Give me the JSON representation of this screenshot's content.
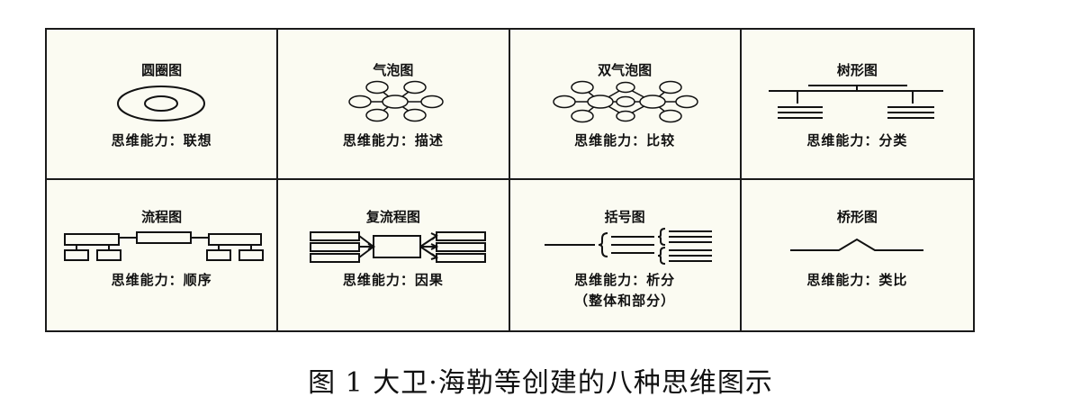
{
  "diagrams": [
    {
      "title": "圆圈图",
      "ability": "思维能力：联想",
      "icon": "circle-map-icon"
    },
    {
      "title": "气泡图",
      "ability": "思维能力：描述",
      "icon": "bubble-map-icon"
    },
    {
      "title": "双气泡图",
      "ability": "思维能力：比较",
      "icon": "double-bubble-map-icon"
    },
    {
      "title": "树形图",
      "ability": "思维能力：分类",
      "icon": "tree-map-icon"
    },
    {
      "title": "流程图",
      "ability": "思维能力：顺序",
      "icon": "flow-map-icon"
    },
    {
      "title": "复流程图",
      "ability": "思维能力：因果",
      "icon": "multi-flow-map-icon"
    },
    {
      "title": "括号图",
      "ability": "思维能力：析分",
      "ability_note": "（整体和部分）",
      "icon": "brace-map-icon"
    },
    {
      "title": "桥形图",
      "ability": "思维能力：类比",
      "icon": "bridge-map-icon"
    }
  ],
  "caption": "图 1  大卫·海勒等创建的八种思维图示"
}
